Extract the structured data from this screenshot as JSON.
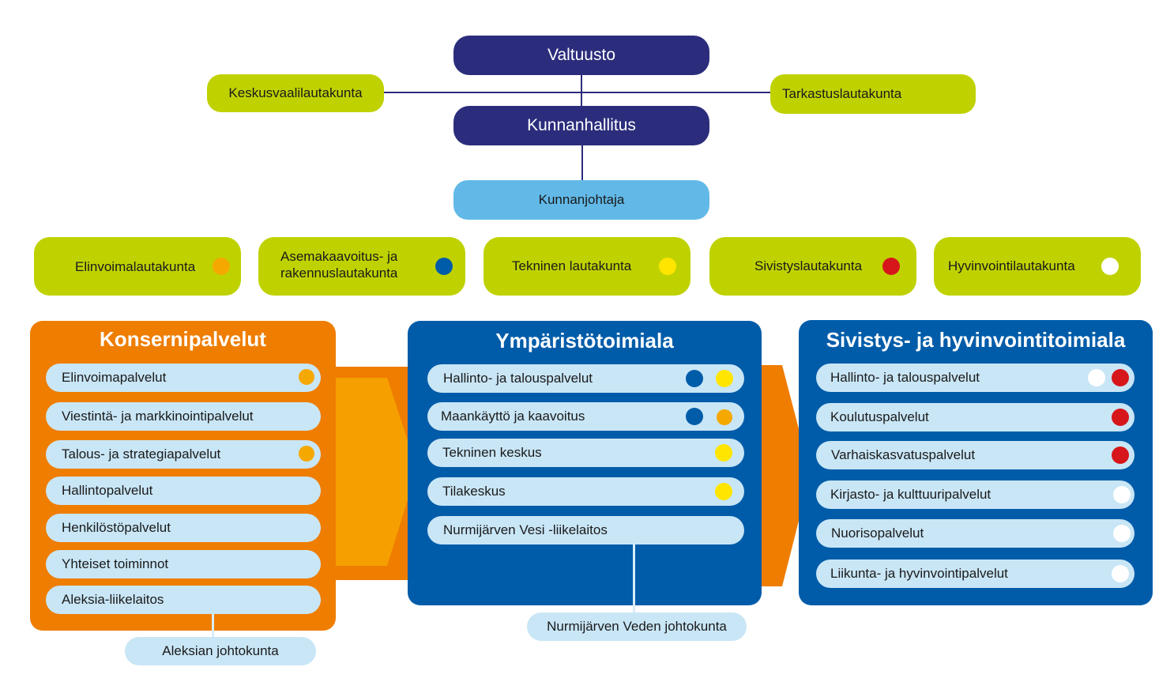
{
  "top": {
    "council": "Valtuusto",
    "municipal_board": "Kunnanhallitus",
    "election_board": "Keskusvaalilautakunta",
    "audit_board": "Tarkastuslautakunta",
    "mayor": "Kunnanjohtaja"
  },
  "boards": [
    {
      "label": "Elinvoimalautakunta",
      "color": "#f5a800"
    },
    {
      "label_line1": "Asemakaavoitus- ja",
      "label_line2": "rakennuslautakunta",
      "color": "#005ca9"
    },
    {
      "label": "Tekninen lautakunta",
      "color": "#ffe500"
    },
    {
      "label": "Sivistyslautakunta",
      "color": "#d6161b"
    },
    {
      "label": "Hyvinvointilautakunta",
      "color": "#ffffff"
    }
  ],
  "colors": {
    "navy": "#2b2d7c",
    "lime": "#bfd200",
    "sky": "#62b9e8",
    "pale_blue": "#c9e6f6",
    "orange": "#ef7d00",
    "orange_light": "#f5a000",
    "blue": "#005ca9",
    "dot_orange": "#f5a800",
    "dot_blue": "#005ca9",
    "dot_yellow": "#ffe500",
    "dot_red": "#d6161b",
    "dot_white": "#ffffff"
  },
  "panels": {
    "konserni": {
      "title": "Konsernipalvelut",
      "items": [
        {
          "label": "Elinvoimapalvelut",
          "dots": [
            "orange"
          ]
        },
        {
          "label": "Viestintä- ja markkinointipalvelut",
          "dots": []
        },
        {
          "label": "Talous- ja strategiapalvelut",
          "dots": [
            "orange"
          ]
        },
        {
          "label": "Hallintopalvelut",
          "dots": []
        },
        {
          "label": "Henkilöstöpalvelut",
          "dots": []
        },
        {
          "label": "Yhteiset toiminnot",
          "dots": []
        },
        {
          "label": "Aleksia-liikelaitos",
          "dots": []
        }
      ],
      "sub_board": "Aleksian johtokunta"
    },
    "ymparisto": {
      "title": "Ympäristötoimiala",
      "items": [
        {
          "label": "Hallinto- ja talouspalvelut",
          "dots": [
            "blue",
            "yellow"
          ]
        },
        {
          "label": "Maankäyttö ja kaavoitus",
          "dots": [
            "blue",
            "orange"
          ]
        },
        {
          "label": "Tekninen keskus",
          "dots": [
            "yellow"
          ]
        },
        {
          "label": "Tilakeskus",
          "dots": [
            "yellow"
          ]
        },
        {
          "label": "Nurmijärven Vesi -liikelaitos",
          "dots": []
        }
      ],
      "sub_board": "Nurmijärven Veden johtokunta"
    },
    "sivistys": {
      "title": "Sivistys- ja hyvinvointitoimiala",
      "items": [
        {
          "label": "Hallinto- ja talouspalvelut",
          "dots": [
            "white",
            "red"
          ]
        },
        {
          "label": "Koulutuspalvelut",
          "dots": [
            "red"
          ]
        },
        {
          "label": "Varhaiskasvatuspalvelut",
          "dots": [
            "red"
          ]
        },
        {
          "label": "Kirjasto- ja kulttuuripalvelut",
          "dots": [
            "white"
          ]
        },
        {
          "label": "Nuorisopalvelut",
          "dots": [
            "white"
          ]
        },
        {
          "label": "Liikunta- ja hyvinvointipalvelut",
          "dots": [
            "white"
          ]
        }
      ]
    }
  }
}
